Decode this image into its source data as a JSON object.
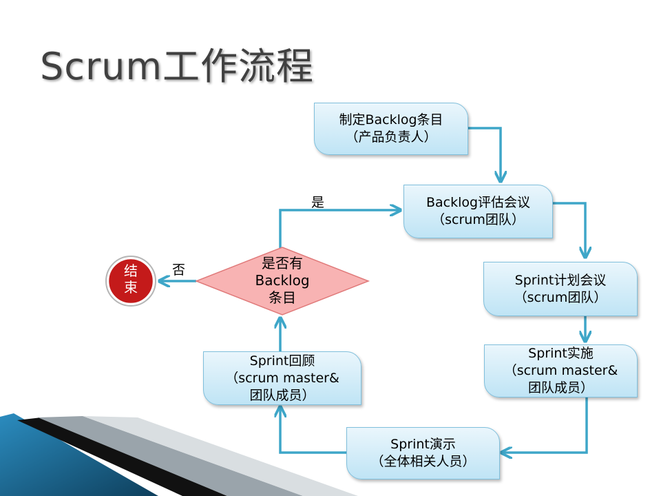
{
  "title": "Scrum工作流程",
  "nodes": {
    "backlog_create": {
      "line1": "制定Backlog条目",
      "line2": "（产品负责人）"
    },
    "backlog_review": {
      "line1": "Backlog评估会议",
      "line2": "（scrum团队）"
    },
    "sprint_planning": {
      "line1": "Sprint计划会议",
      "line2": "（scrum团队）"
    },
    "sprint_execution": {
      "line1": "Sprint实施",
      "line2": "（scrum master&",
      "line3": "团队成员）"
    },
    "sprint_demo": {
      "line1": "Sprint演示",
      "line2": "（全体相关人员）"
    },
    "sprint_retro": {
      "line1": "Sprint回顾",
      "line2": "（scrum master&",
      "line3": "团队成员）"
    },
    "decision": {
      "line1": "是否有",
      "line2": "Backlog",
      "line3": "条目"
    },
    "end": {
      "line1": "结",
      "line2": "束"
    }
  },
  "edge_labels": {
    "yes": "是",
    "no": "否"
  },
  "colors": {
    "box_fill": "#cfeaf7",
    "box_border": "#7fbfdc",
    "connector": "#3ea6c8",
    "decision_fill": "#f8b3b3",
    "decision_border": "#e07a7a",
    "end_fill": "#c41a1a",
    "title": "#404040",
    "accent_dark": "#1a4f6b"
  }
}
